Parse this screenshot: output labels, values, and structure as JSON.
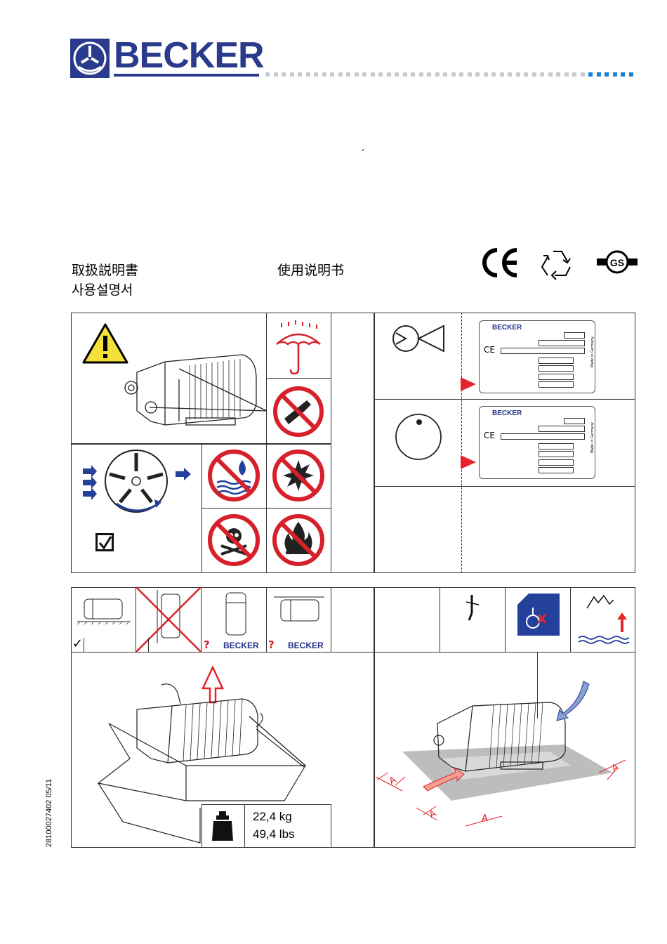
{
  "brand": {
    "name": "BECKER",
    "color": "#2a3a8c",
    "dot_color": "#c8cbd2",
    "dot_accent": "#1f7fd0"
  },
  "titles": {
    "japanese": "取扱説明書",
    "korean": "사용설명서",
    "chinese": "使用说明书",
    "mark": "´"
  },
  "certifications": [
    "ce-mark",
    "recycle-icon",
    "gs-mark"
  ],
  "nameplate": {
    "brand": "BECKER",
    "brand_alt": "BECKER",
    "ce": "CE",
    "made_in": "Made in Germany"
  },
  "position_panel": {
    "brand_a": "BECKER",
    "brand_b": "BECKER",
    "ok_mark": "✓",
    "question": "?"
  },
  "weight": {
    "kg": "22,4 kg",
    "lbs": "49,4 lbs"
  },
  "clearance_label": "A",
  "document_number": "28100027402  05/11",
  "colors": {
    "warning": "#f3e03a",
    "prohibit": "#d6202a",
    "accent_red": "#e5232b",
    "flow_blue": "#23419a"
  }
}
